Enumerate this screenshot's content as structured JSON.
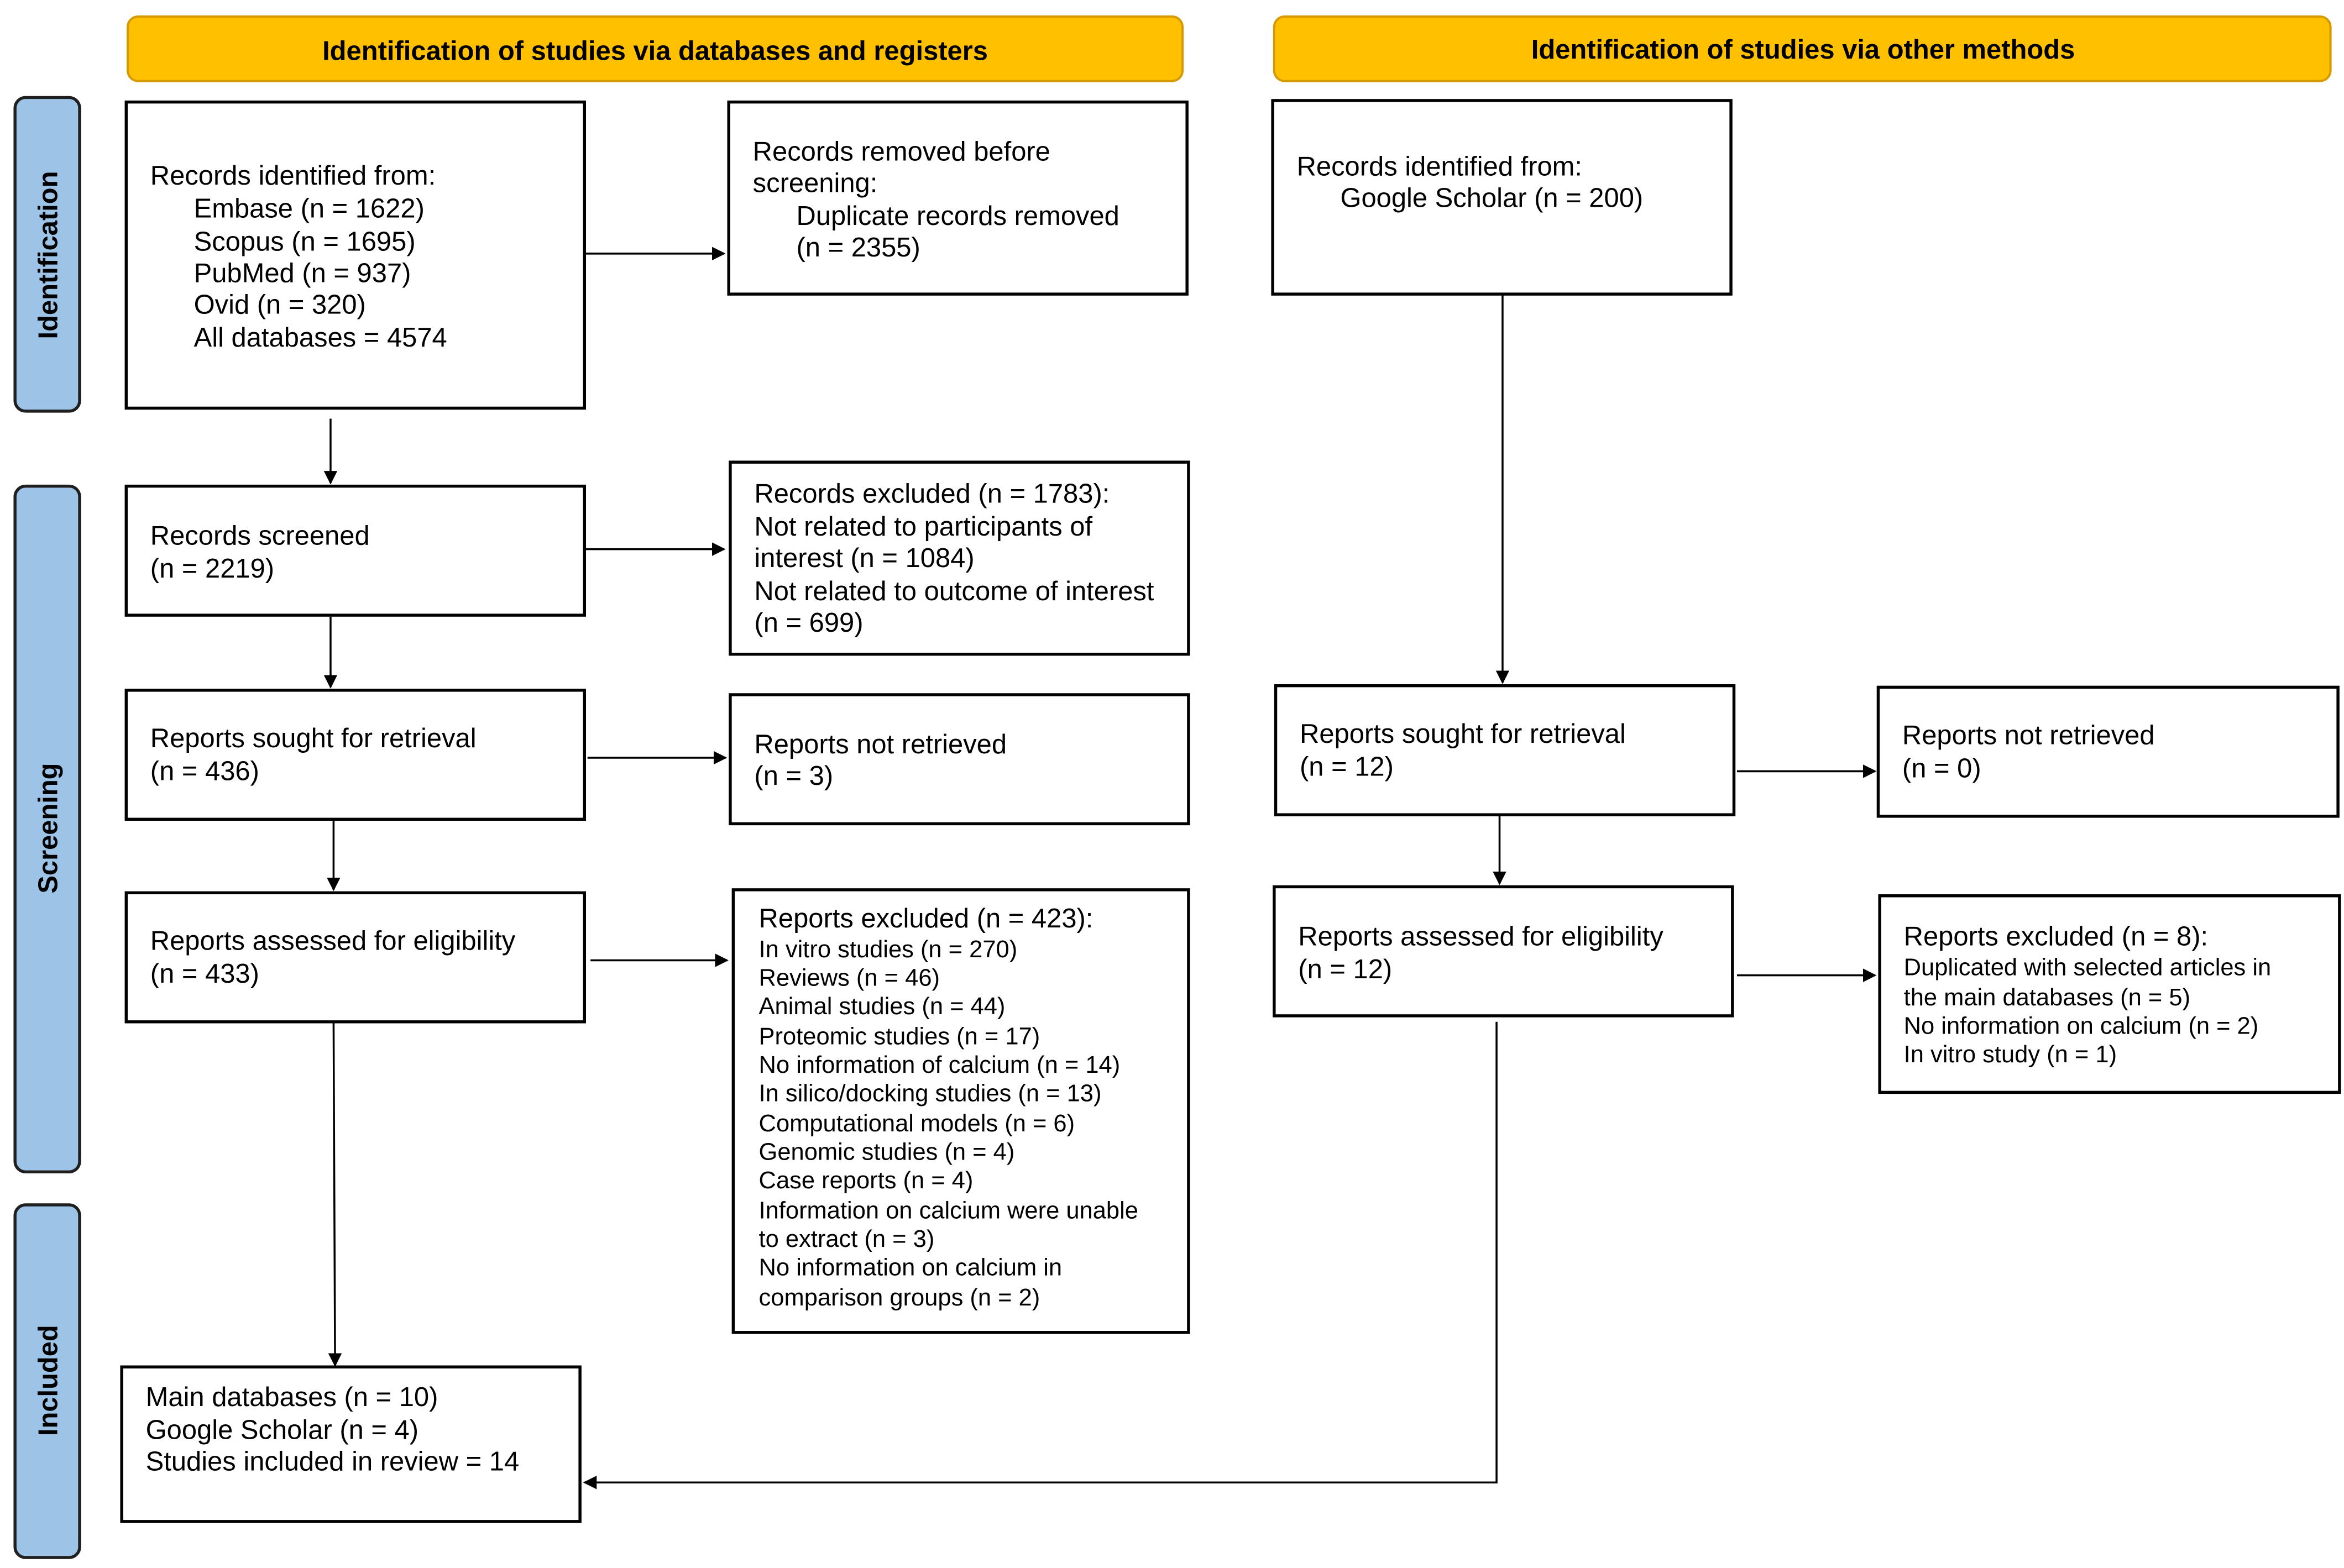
{
  "colors": {
    "header_fill": "#FFC000",
    "header_border": "#D49A00",
    "phase_fill": "#9DC3E6",
    "box_border": "#000000"
  },
  "headers": {
    "databases": "Identification of studies via databases and registers",
    "other": "Identification of studies via other methods"
  },
  "phases": {
    "identification": "Identification",
    "screening": "Screening",
    "included": "Included"
  },
  "databases": {
    "records_identified": {
      "title": "Records identified from:",
      "lines": [
        "Embase (n = 1622)",
        "Scopus (n = 1695)",
        "PubMed (n = 937)",
        "Ovid (n = 320)",
        "All databases = 4574"
      ]
    },
    "records_removed": {
      "lines": [
        "Records removed before",
        "screening:"
      ],
      "sub_lines": [
        "Duplicate records removed",
        "(n = 2355)"
      ]
    },
    "records_screened": {
      "lines": [
        "Records screened",
        "(n = 2219)"
      ]
    },
    "records_excluded": {
      "lines": [
        "Records excluded (n = 1783):",
        "Not related to participants of",
        "interest (n = 1084)",
        "Not related to outcome of interest",
        "(n = 699)"
      ]
    },
    "reports_sought": {
      "lines": [
        "Reports sought for retrieval",
        "(n = 436)"
      ]
    },
    "reports_not_retrieved": {
      "lines": [
        "Reports not retrieved",
        "(n = 3)"
      ]
    },
    "reports_assessed": {
      "lines": [
        "Reports assessed for eligibility",
        "(n = 433)"
      ]
    },
    "reports_excluded": {
      "title": "Reports excluded (n = 423):",
      "lines": [
        "In vitro studies (n = 270)",
        "Reviews (n = 46)",
        "Animal studies (n = 44)",
        "Proteomic studies (n = 17)",
        "No information of calcium (n = 14)",
        "In silico/docking studies (n = 13)",
        "Computational models (n = 6)",
        "Genomic studies (n = 4)",
        "Case reports (n = 4)",
        "Information on calcium were unable",
        "to extract (n = 3)",
        "No information on calcium in",
        "comparison groups (n = 2)"
      ]
    },
    "included": {
      "lines": [
        "Main databases (n = 10)",
        "Google Scholar (n = 4)",
        "Studies included in review = 14"
      ]
    }
  },
  "other": {
    "records_identified": {
      "title": "Records identified from:",
      "lines": [
        "Google Scholar (n = 200)"
      ]
    },
    "reports_sought": {
      "lines": [
        "Reports sought for retrieval",
        "(n = 12)"
      ]
    },
    "reports_not_retrieved": {
      "lines": [
        "Reports not retrieved",
        "(n = 0)"
      ]
    },
    "reports_assessed": {
      "lines": [
        "Reports assessed for eligibility",
        "(n = 12)"
      ]
    },
    "reports_excluded": {
      "title": "Reports excluded (n = 8):",
      "lines": [
        "Duplicated with selected articles in",
        "the main databases (n = 5)",
        "No information on calcium (n = 2)",
        "In vitro study (n = 1)"
      ]
    }
  }
}
